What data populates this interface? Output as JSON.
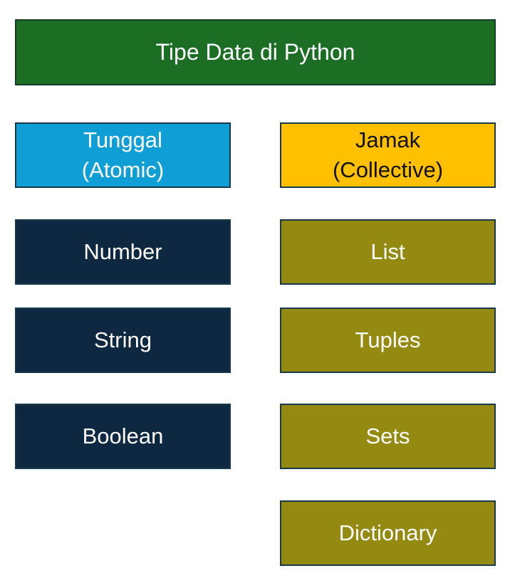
{
  "title": "Tipe Data di Python",
  "atomic": {
    "header_line1": "Tunggal",
    "header_line2": "(Atomic)",
    "items": [
      "Number",
      "String",
      "Boolean"
    ]
  },
  "collective": {
    "header_line1": "Jamak",
    "header_line2": "(Collective)",
    "items": [
      "List",
      "Tuples",
      "Sets",
      "Dictionary"
    ]
  },
  "colors": {
    "title_bg": "#1b6e24",
    "atomic_header_bg": "#0f9ed5",
    "collective_header_bg": "#ffc000",
    "atomic_item_bg": "#0e2841",
    "collective_item_bg": "#948a12"
  }
}
